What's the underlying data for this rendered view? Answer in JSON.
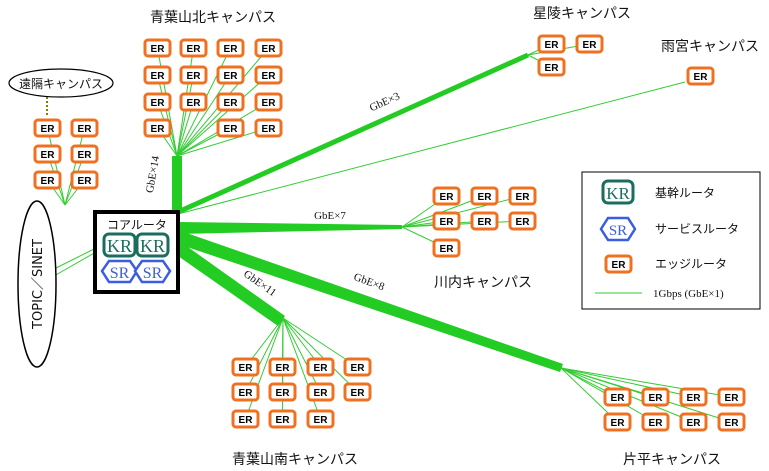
{
  "campuses": {
    "aobayama_kita": "青葉山北キャンパス",
    "seiryo": "星陵キャンパス",
    "amamiya": "雨宮キャンパス",
    "enkaku": "遠隔キャンパス",
    "kawauchi": "川内キャンパス",
    "aobayama_minami": "青葉山南キャンパス",
    "katahira": "片平キャンパス"
  },
  "external_network": "TOPIC／SINET",
  "core": {
    "title": "コアルータ",
    "kr_label": "KR",
    "sr_label": "SR"
  },
  "er_label": "ER",
  "links": {
    "aobayama_kita": "GbE×14",
    "seiryo": "GbE×3",
    "kawauchi": "GbE×7",
    "aobayama_minami": "GbE×11",
    "katahira": "GbE×8"
  },
  "legend": {
    "kr": {
      "symbol": "KR",
      "label": "基幹ルータ"
    },
    "sr": {
      "symbol": "SR",
      "label": "サービスルータ"
    },
    "er": {
      "symbol": "ER",
      "label": "エッジルータ"
    },
    "line": {
      "label": "1Gbps (GbE×1)"
    }
  },
  "colors": {
    "link_green": "#22cc22",
    "er_border": "#f07020",
    "kr_border": "#1a6e5e",
    "sr_border": "#3a5ee0"
  }
}
